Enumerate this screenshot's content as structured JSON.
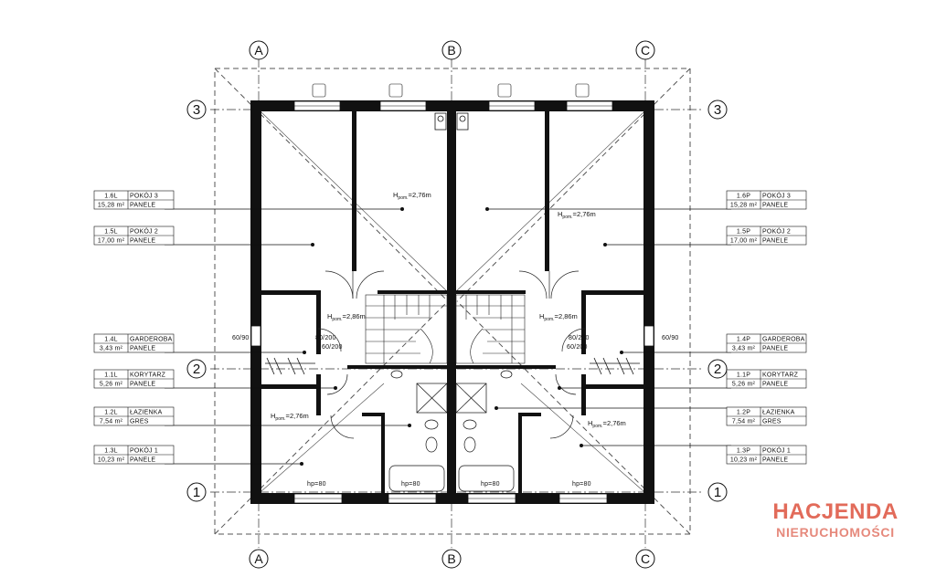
{
  "axes": {
    "letters": [
      "A",
      "B",
      "C"
    ],
    "numbers": [
      "3",
      "2",
      "1"
    ]
  },
  "heights": {
    "room_tall": "2,76m",
    "hall": "2,86m",
    "prefix": "H",
    "sub": "pom."
  },
  "rooms_left": [
    {
      "id": "1.6L",
      "name": "POKÓJ 3",
      "area": "15,28 m²",
      "finish": "PANELE"
    },
    {
      "id": "1.5L",
      "name": "POKÓJ 2",
      "area": "17,00 m²",
      "finish": "PANELE"
    },
    {
      "id": "1.4L",
      "name": "GARDEROBA",
      "area": "3,43 m²",
      "finish": "PANELE"
    },
    {
      "id": "1.1L",
      "name": "KORYTARZ",
      "area": "5,26 m²",
      "finish": "PANELE"
    },
    {
      "id": "1.2L",
      "name": "ŁAZIENKA",
      "area": "7,54 m²",
      "finish": "GRES"
    },
    {
      "id": "1.3L",
      "name": "POKÓJ 1",
      "area": "10,23 m²",
      "finish": "PANELE"
    }
  ],
  "rooms_right": [
    {
      "id": "1.6P",
      "name": "POKÓJ 3",
      "area": "15,28 m²",
      "finish": "PANELE"
    },
    {
      "id": "1.5P",
      "name": "POKÓJ 2",
      "area": "17,00 m²",
      "finish": "PANELE"
    },
    {
      "id": "1.4P",
      "name": "GARDEROBA",
      "area": "3,43 m²",
      "finish": "PANELE"
    },
    {
      "id": "1.1P",
      "name": "KORYTARZ",
      "area": "5,26 m²",
      "finish": "PANELE"
    },
    {
      "id": "1.2P",
      "name": "ŁAZIENKA",
      "area": "7,54 m²",
      "finish": "GRES"
    },
    {
      "id": "1.3P",
      "name": "POKÓJ 1",
      "area": "10,23 m²",
      "finish": "PANELE"
    }
  ],
  "door_tags": {
    "door_80_200": "80/200",
    "door_60_200": "60/200",
    "window_60_90": "60/90",
    "window_tag": "hp=80"
  },
  "brand": {
    "name": "HACJENDA",
    "subtitle": "NIERUCHOMOŚCI",
    "color": "#e26b5a"
  }
}
